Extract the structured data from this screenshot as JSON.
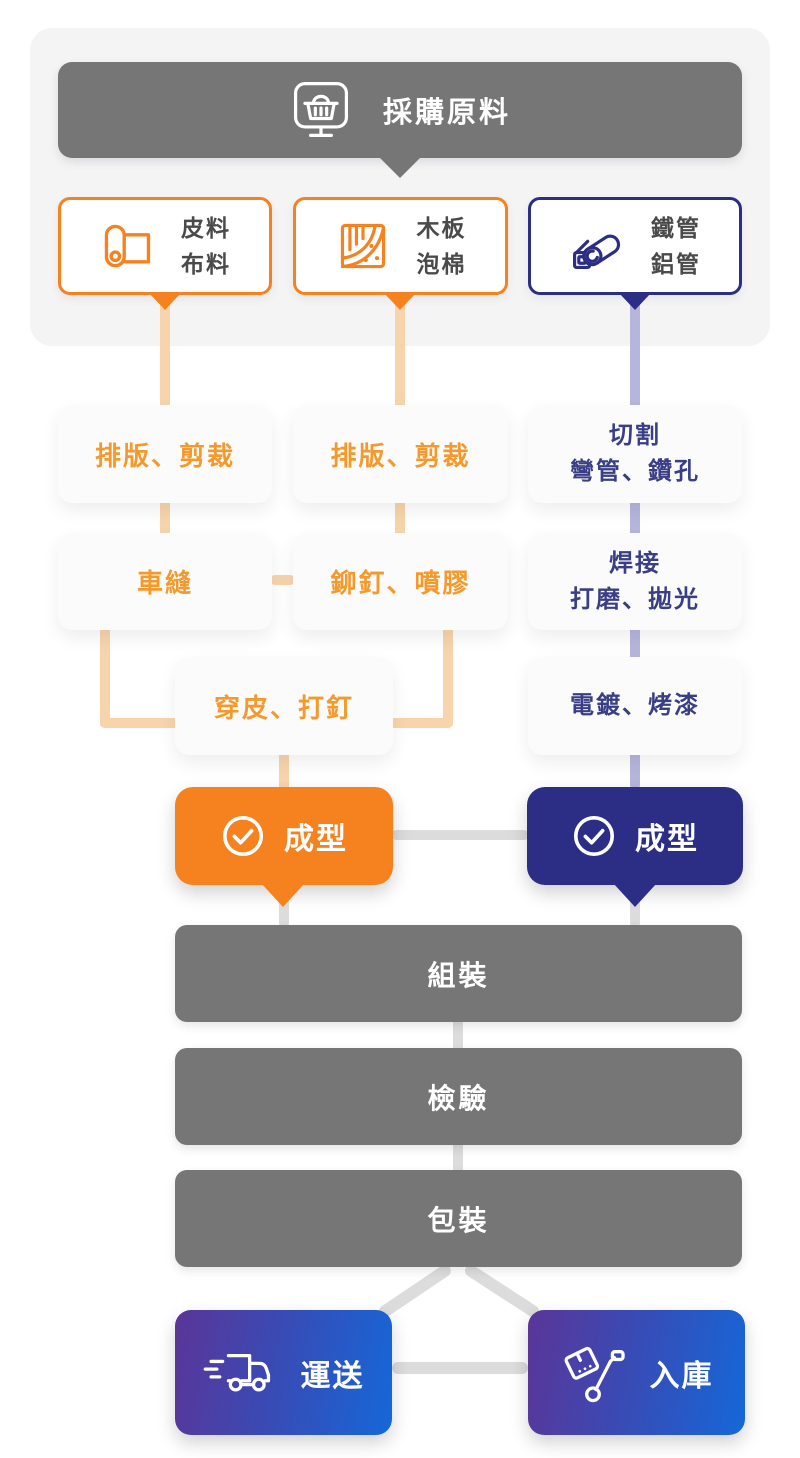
{
  "header": {
    "title": "採購原料",
    "icon": "purchase-basket-icon"
  },
  "materials": [
    {
      "line1": "皮料",
      "line2": "布料",
      "icon": "fabric-roll-icon",
      "accent": "#F5821F"
    },
    {
      "line1": "木板",
      "line2": "泡棉",
      "icon": "wood-foam-icon",
      "accent": "#F5821F"
    },
    {
      "line1": "鐵管",
      "line2": "鋁管",
      "icon": "metal-pipes-icon",
      "accent": "#2B2E84"
    }
  ],
  "steps": {
    "layout_cut_1": "排版、剪裁",
    "layout_cut_2": "排版、剪裁",
    "cut_line1": "切割",
    "cut_line2": "彎管、鑽孔",
    "sewing": "車縫",
    "rivet_glue": "鉚釘、噴膠",
    "weld_line1": "焊接",
    "weld_line2": "打磨、拋光",
    "leather_nail": "穿皮、打釘",
    "plating": "電鍍、烤漆",
    "forming_left": "成型",
    "forming_right": "成型",
    "assembly": "組裝",
    "inspection": "檢驗",
    "packaging": "包裝"
  },
  "outputs": [
    {
      "label": "運送",
      "icon": "delivery-truck-icon"
    },
    {
      "label": "入庫",
      "icon": "warehouse-dolly-icon"
    }
  ],
  "colors": {
    "orange": "#F5821F",
    "orange_text": "#F4992C",
    "orange_connector": "#F7D4AC",
    "navy": "#2B2E84",
    "navy_text": "#3A3F85",
    "purple_connector": "#B6B5DC",
    "gray_bar": "#767676",
    "gray_connector": "#DCDCDC",
    "gradient_start": "#5B3598",
    "gradient_end": "#1567D8",
    "panel_bg": "#F4F4F5"
  }
}
